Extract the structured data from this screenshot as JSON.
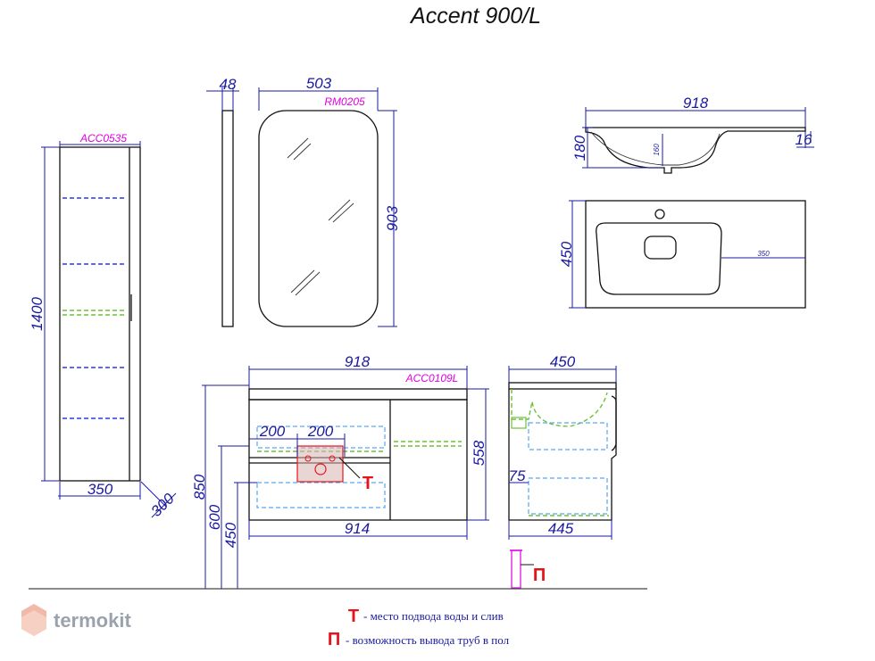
{
  "title": "Accent 900/L",
  "codes": {
    "tall_cabinet": "ACC0535",
    "mirror": "RM0205",
    "vanity": "ACC0109L"
  },
  "dimensions": {
    "tall_width": "350",
    "tall_depth": "300",
    "tall_height": "1400",
    "mirror_thickness": "48",
    "mirror_width": "503",
    "mirror_height": "903",
    "basin_width_top": "918",
    "basin_depth_side": "180",
    "basin_bowl_depth": "160",
    "basin_rim": "16",
    "basin_plan_depth": "450",
    "basin_plan_offset": "350",
    "vanity_width_top": "918",
    "vanity_width_bottom": "914",
    "vanity_height": "558",
    "pipe_offset_left": "200",
    "pipe_offset_right": "200",
    "total_height": "850",
    "mount_height_top": "600",
    "mount_height_bottom": "450",
    "side_depth_top": "450",
    "side_depth_bottom": "445",
    "side_drawer_offset": "75"
  },
  "markers": {
    "t_letter": "Т",
    "p_letter": "П"
  },
  "legend": [
    {
      "letter": "Т",
      "text": "- место подвода воды и слив"
    },
    {
      "letter": "П",
      "text": "- возможность вывода труб в пол"
    }
  ],
  "logo": {
    "text": "termokit"
  },
  "colors": {
    "dimension": "#1a1aa0",
    "code": "#e000e0",
    "marker": "#e8141c",
    "shelf": "#2a3ae8",
    "highlight": "#6cc23a"
  }
}
